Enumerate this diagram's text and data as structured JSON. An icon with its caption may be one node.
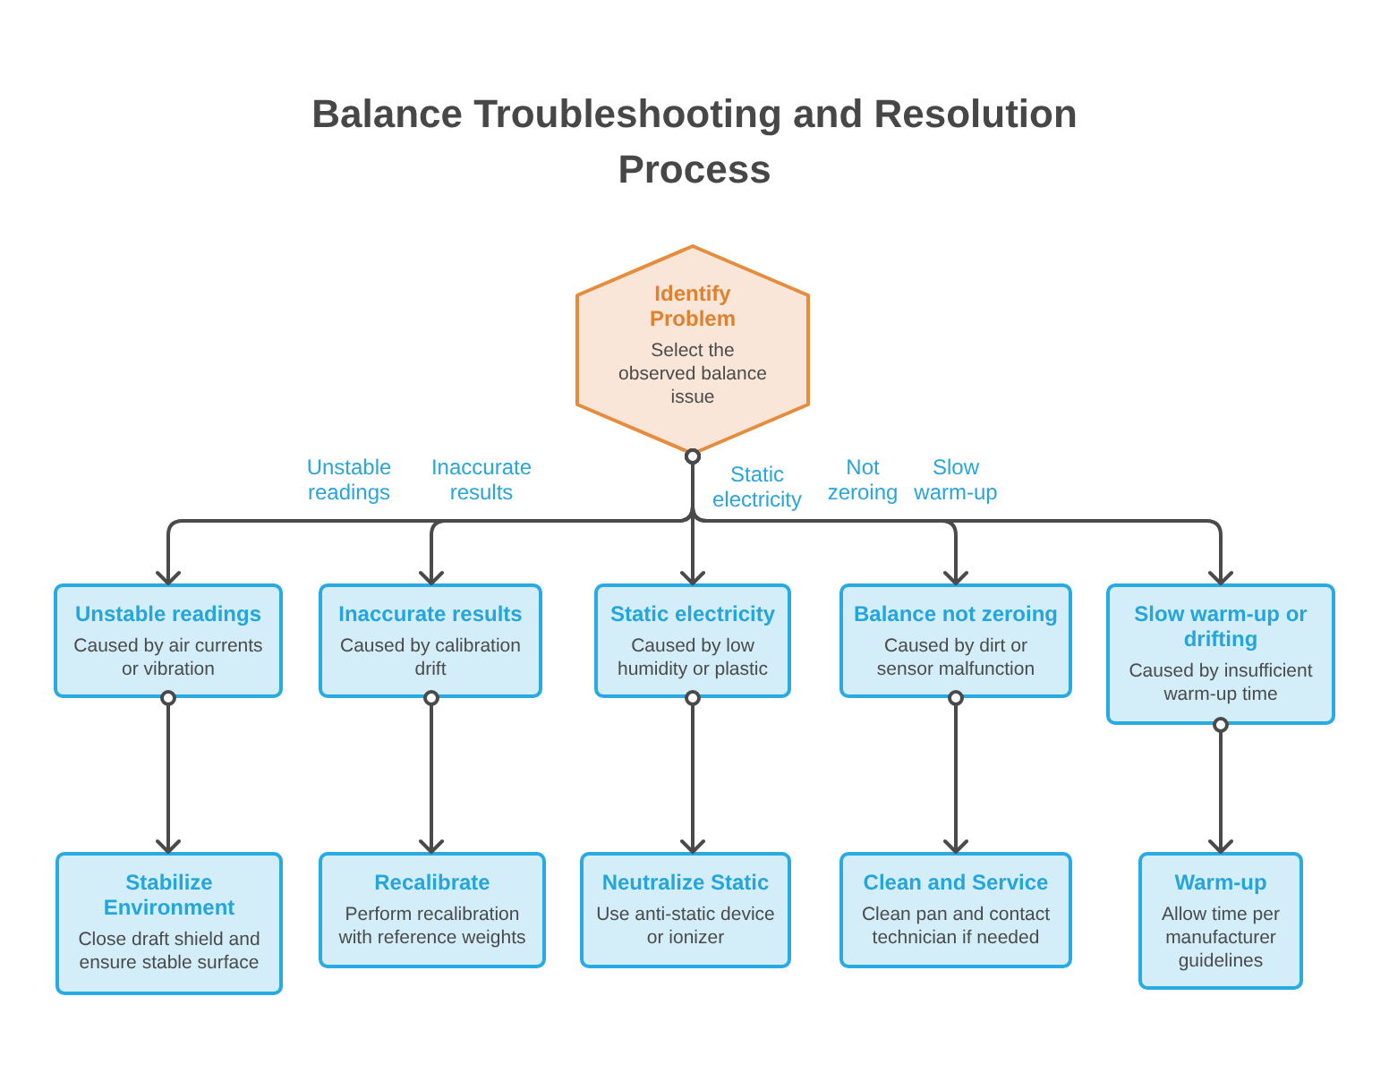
{
  "diagram": {
    "title": "Balance Troubleshooting and Resolution Process",
    "nodes": [
      {
        "text": [
          "Identify Problem",
          "Select the observed balance issue"
        ]
      },
      {
        "text": [
          "Unstable readings",
          "Caused by air currents or vibration"
        ]
      },
      {
        "text": [
          "Inaccurate results",
          "Caused by calibration drift"
        ]
      },
      {
        "text": [
          "Static electricity",
          "Caused by low humidity or plastic"
        ]
      },
      {
        "text": [
          "Balance not zeroing",
          "Caused by dirt or sensor malfunction"
        ]
      },
      {
        "text": [
          "Slow warm-up or drifting",
          "Caused by insufficient warm-up time"
        ]
      },
      {
        "text": [
          "Stabilize Environment",
          "Close draft shield and ensure stable surface"
        ]
      },
      {
        "text": [
          "Recalibrate",
          "Perform recalibration with reference weights"
        ]
      },
      {
        "text": [
          "Neutralize Static",
          "Use anti-static device or ionizer"
        ]
      },
      {
        "text": [
          "Clean and Service",
          "Clean pan and contact technician if needed"
        ]
      },
      {
        "text": [
          "Warm-up",
          "Allow time per manufacturer guidelines"
        ]
      }
    ],
    "edges": [
      {
        "from": 0,
        "to": 1,
        "arrow": "to",
        "label": "Unstable readings"
      },
      {
        "from": 0,
        "to": 2,
        "arrow": "to",
        "label": "Inaccurate results"
      },
      {
        "from": 0,
        "to": 3,
        "arrow": "to",
        "label": "Static electricity"
      },
      {
        "from": 0,
        "to": 4,
        "arrow": "to",
        "label": "Not zeroing"
      },
      {
        "from": 0,
        "to": 5,
        "arrow": "to",
        "label": "Slow warm-up"
      },
      {
        "from": 1,
        "to": 6,
        "arrow": "to"
      },
      {
        "from": 2,
        "to": 7,
        "arrow": "to"
      },
      {
        "from": 3,
        "to": 8,
        "arrow": "to"
      },
      {
        "from": 4,
        "to": 9,
        "arrow": "to"
      },
      {
        "from": 5,
        "to": 10,
        "arrow": "to"
      }
    ]
  }
}
